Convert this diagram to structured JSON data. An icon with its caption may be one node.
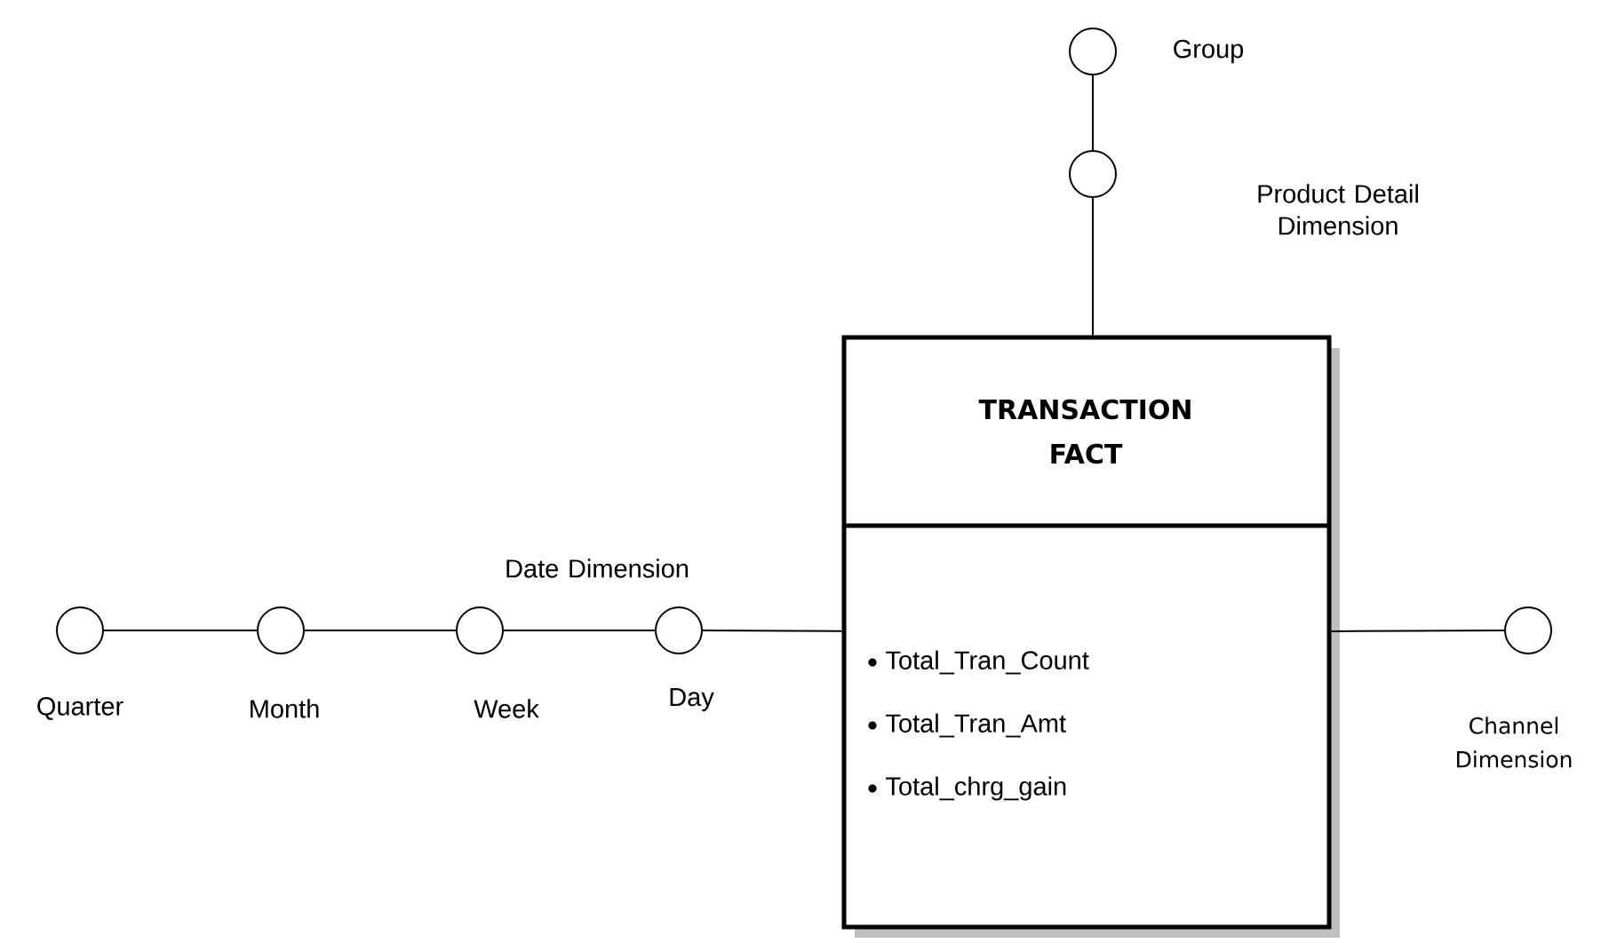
{
  "diagram": {
    "nodes": [
      {
        "text": [
          "TRANSACTION FACT",
          "Total_Tran_Count",
          "Total_Tran_Amt",
          "Total_chrg_gain"
        ]
      },
      {
        "text": [],
        "shape": "circle",
        "beside": [
          "Group"
        ]
      },
      {
        "text": [],
        "shape": "circle"
      },
      {
        "text": [],
        "shape": "circle",
        "beside": [
          "Quarter"
        ]
      },
      {
        "text": [],
        "shape": "circle",
        "beside": [
          "Month"
        ]
      },
      {
        "text": [],
        "shape": "circle",
        "beside": [
          "Week"
        ]
      },
      {
        "text": [],
        "shape": "circle",
        "beside": [
          "Day"
        ]
      },
      {
        "text": [],
        "shape": "circle",
        "beside": [
          "Channel Dimension"
        ]
      }
    ],
    "edges": [
      {
        "from": 1,
        "to": 2,
        "arrow": "none"
      },
      {
        "from": 2,
        "to": 0,
        "arrow": "none"
      },
      {
        "from": 3,
        "to": 4,
        "arrow": "none"
      },
      {
        "from": 4,
        "to": 5,
        "arrow": "none"
      },
      {
        "from": 5,
        "to": 6,
        "arrow": "none"
      },
      {
        "from": 6,
        "to": 0,
        "arrow": "none"
      },
      {
        "from": 0,
        "to": 7,
        "arrow": "none"
      }
    ],
    "labels": [
      "Product Detail Dimension",
      "Date Dimension"
    ]
  }
}
